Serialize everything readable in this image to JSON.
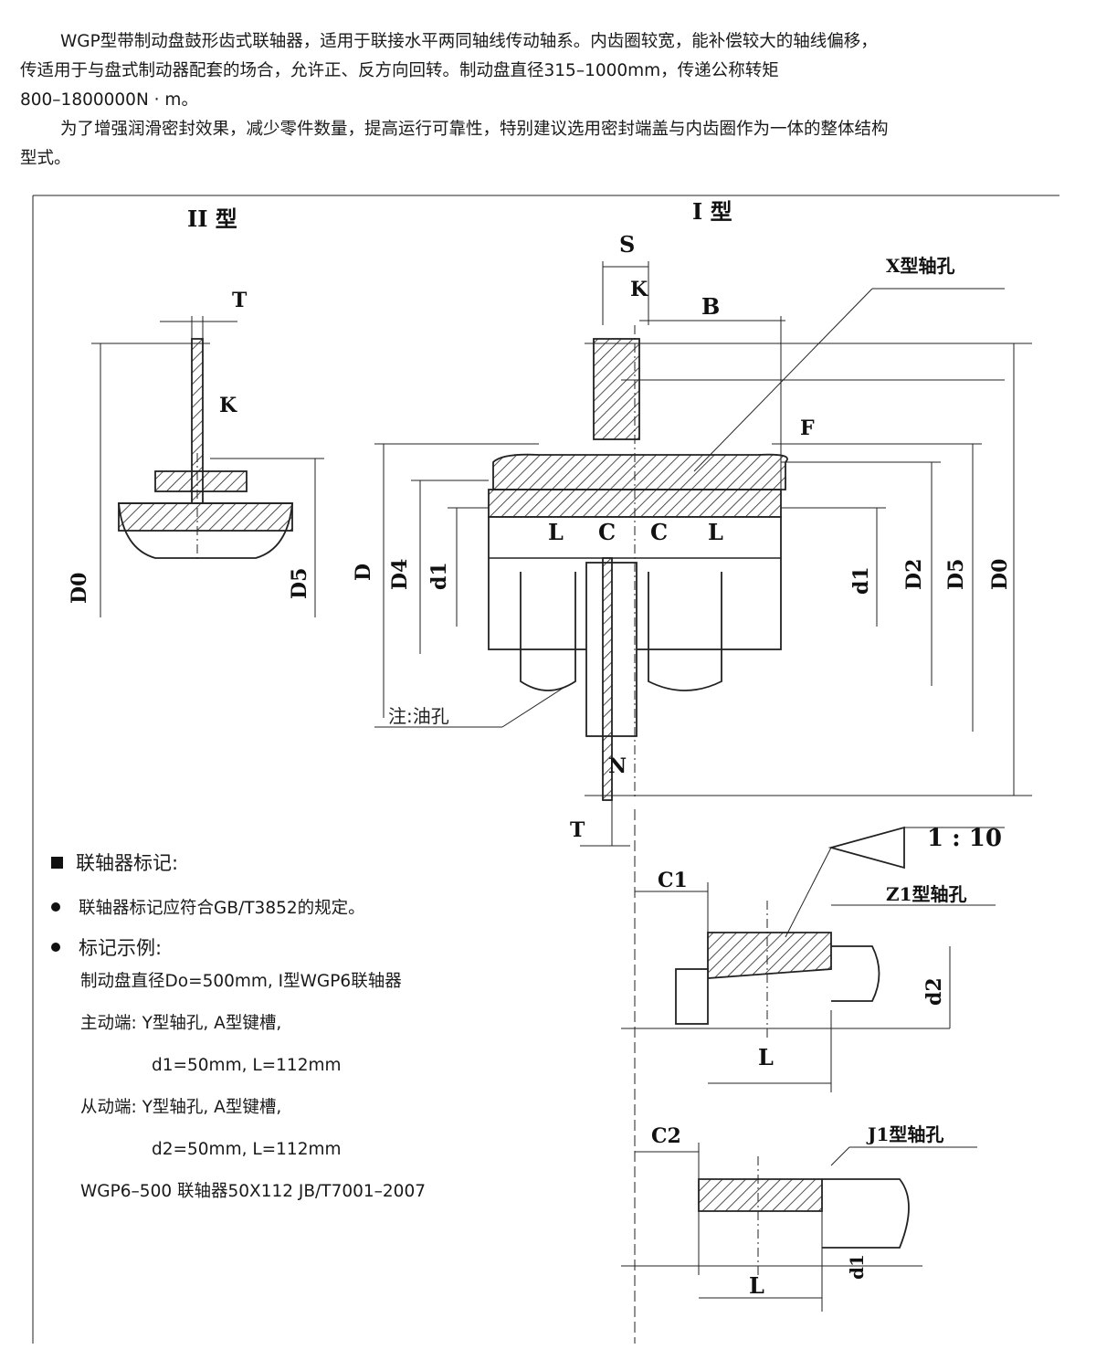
{
  "intro": {
    "p1_a": "WGP型带制动盘鼓形齿式联轴器，适用于联接水平两同轴线传动轴系。内齿圈较宽，能补偿较大的轴线偏移，",
    "p1_b": "传适用于与盘式制动器配套的场合，允许正、反方向回转。制动盘直径315–1000mm，传递公称转矩",
    "p1_c": "800–1800000N · m。",
    "p2_a": "为了增强润滑密封效果，减少零件数量，提高运行可靠性，特别建议选用密封端盖与内齿圈作为一体的整体结构",
    "p2_b": "型式。"
  },
  "drawing": {
    "type2": "II 型",
    "type1": "I 型",
    "x_bore": "X型轴孔",
    "z1_bore": "Z1型轴孔",
    "j1_bore": "J1型轴孔",
    "oil_note": "注:油孔",
    "ratio": "1 : 10",
    "dims": {
      "T": "T",
      "K": "K",
      "S": "S",
      "B": "B",
      "F": "F",
      "N": "N",
      "L": "L",
      "C": "C",
      "C1": "C1",
      "C2": "C2",
      "D0": "D0",
      "D5": "D5",
      "D": "D",
      "D4": "D4",
      "d1": "d1",
      "d2": "d2",
      "D2": "D2"
    }
  },
  "marking": {
    "heading": "联轴器标记:",
    "rule": "联轴器标记应符合GB/T3852的规定。",
    "example_heading": "标记示例:",
    "lines": [
      "制动盘直径Do=500mm, I型WGP6联轴器",
      "主动端: Y型轴孔, A型键槽,",
      "d1=50mm, L=112mm",
      "从动端: Y型轴孔, A型键槽,",
      "d2=50mm, L=112mm",
      "WGP6–500  联轴器50X112  JB/T7001–2007"
    ]
  }
}
